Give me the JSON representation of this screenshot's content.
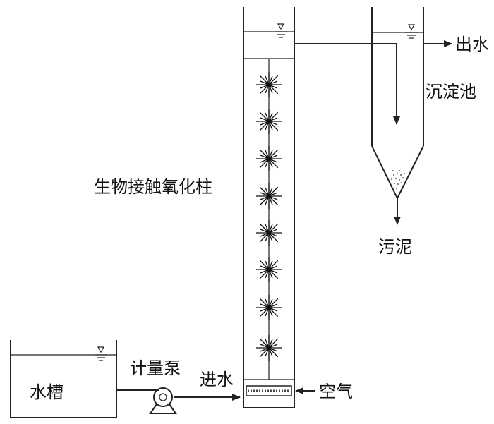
{
  "labels": {
    "water_tank": "水槽",
    "metering_pump": "计量泵",
    "water_inlet": "进水",
    "air": "空气",
    "reactor_column": "生物接触氧化柱",
    "water_outlet": "出水",
    "sedimentation_tank": "沉淀池",
    "sludge": "污泥"
  },
  "colors": {
    "stroke": "#222222",
    "text": "#111111",
    "background": "#ffffff"
  },
  "icons": [
    "water-level-icon",
    "pump-icon",
    "biofilm-carrier-icon",
    "aerator-icon"
  ]
}
